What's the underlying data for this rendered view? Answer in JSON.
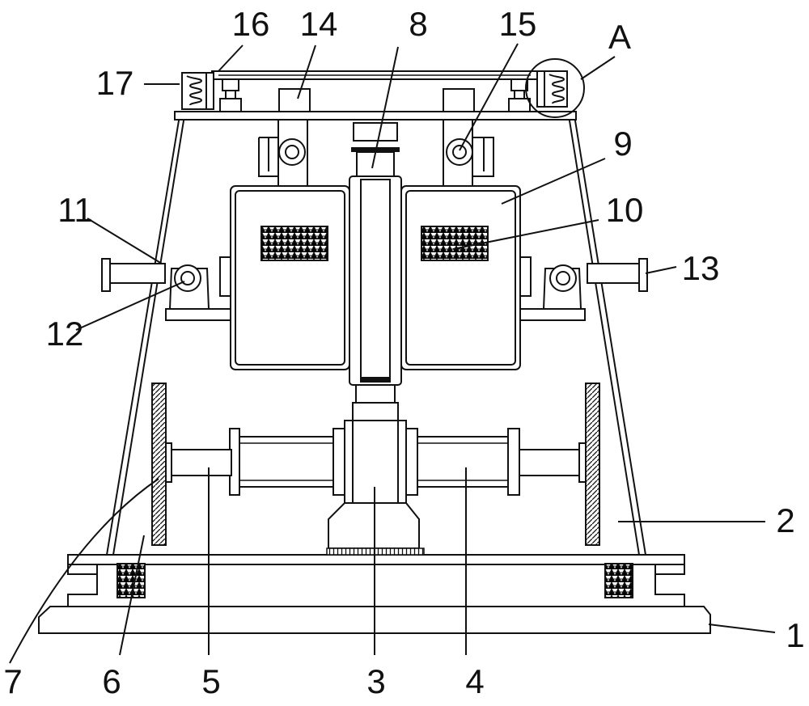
{
  "figure": {
    "labels": {
      "l1": "1",
      "l2": "2",
      "l3": "3",
      "l4": "4",
      "l5": "5",
      "l6": "6",
      "l7": "7",
      "l8": "8",
      "l9": "9",
      "l10": "10",
      "l11": "11",
      "l12": "12",
      "l13": "13",
      "l14": "14",
      "l15": "15",
      "l16": "16",
      "l17": "17",
      "lA": "A"
    }
  }
}
